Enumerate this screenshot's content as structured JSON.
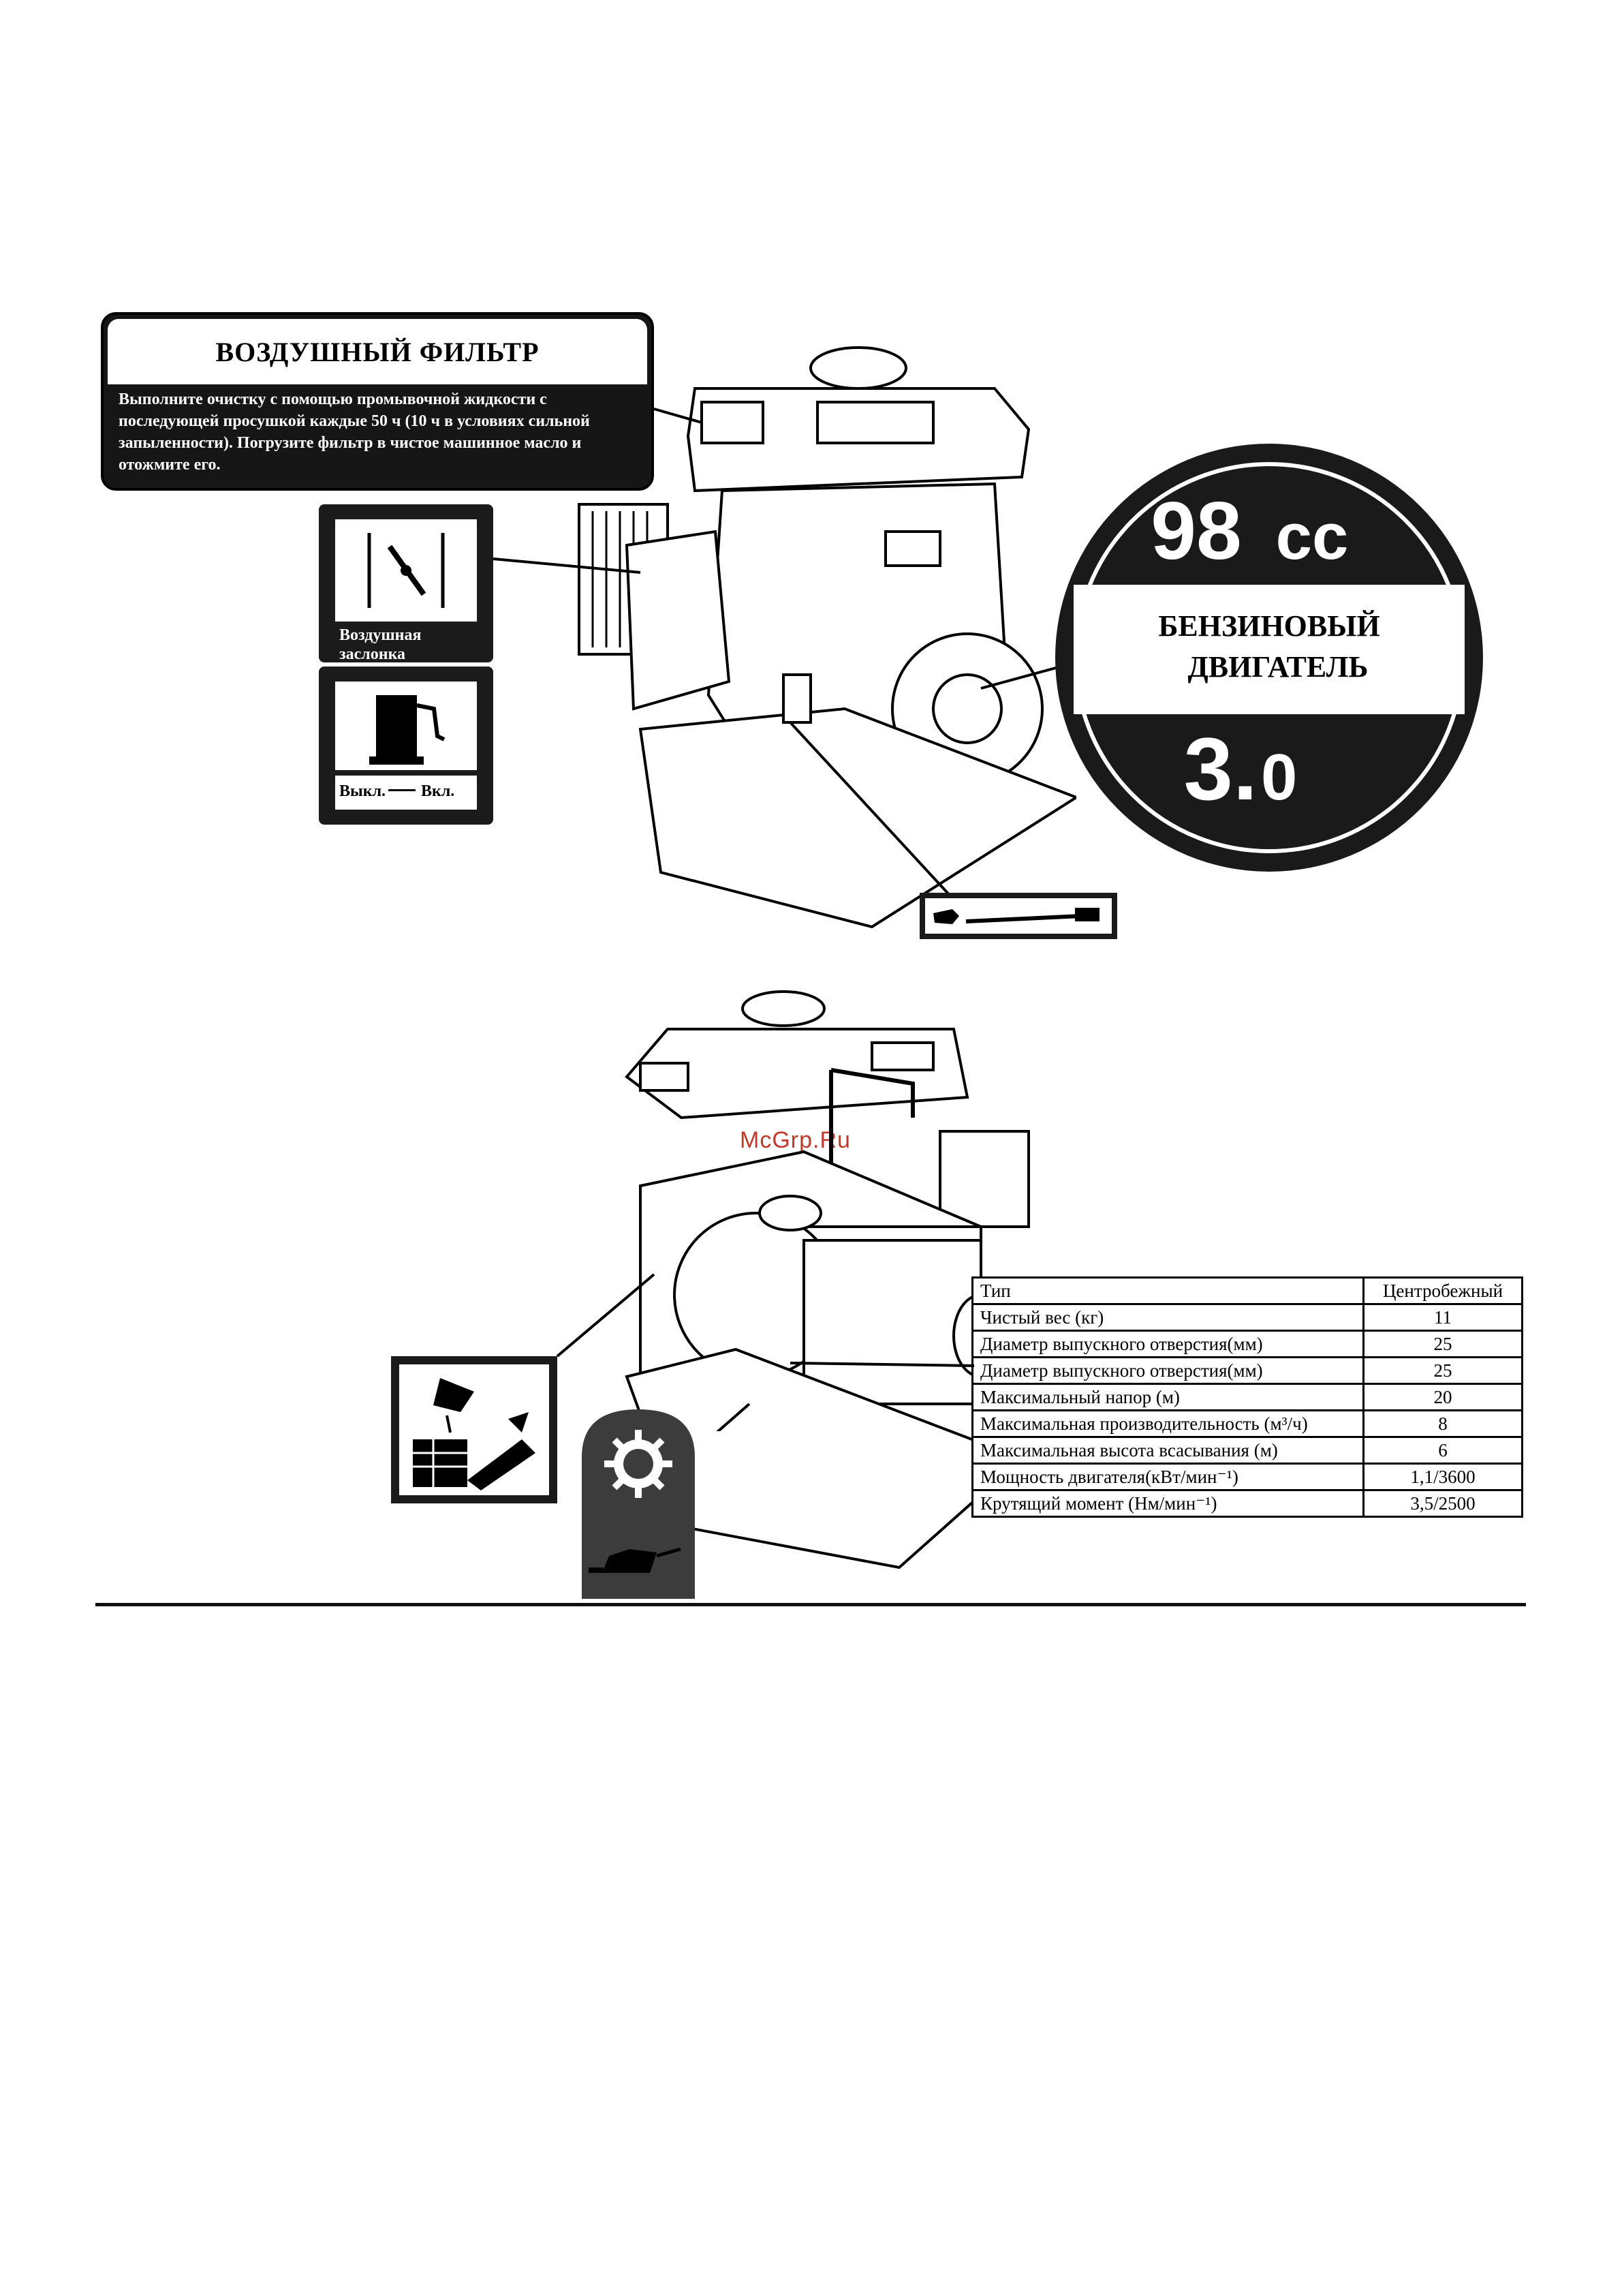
{
  "air_filter": {
    "title": "ВОЗДУШНЫЙ ФИЛЬТР",
    "text": "Выполните очистку с помощью промывочной жидкости с последующей просушкой каждые 50 ч (10 ч в условиях сильной запыленности). Погрузите фильтр в чистое машинное масло и отожмите его."
  },
  "choke": {
    "caption": "Воздушная заслонка"
  },
  "fuel": {
    "off_label": "Выкл.",
    "on_label": "Вкл."
  },
  "badge": {
    "displacement": "98",
    "unit": "cc",
    "line1": "БЕНЗИНОВЫЙ",
    "line2": "ДВИГАТЕЛЬ",
    "power_main": "3.",
    "power_decimal": "0"
  },
  "watermark": "McGrp.Ru",
  "spec_table": {
    "rows": [
      {
        "label": "Тип",
        "value": "Центробежный"
      },
      {
        "label": "Чистый вес (кг)",
        "value": "11"
      },
      {
        "label": "Диаметр выпускного отверстия(мм)",
        "value": "25"
      },
      {
        "label": "Диаметр выпускного отверстия(мм)",
        "value": "25"
      },
      {
        "label": "Максимальный напор (м)",
        "value": "20"
      },
      {
        "label": "Максимальная производительность (м³/ч)",
        "value": "8"
      },
      {
        "label": "Максимальная высота всасывания (м)",
        "value": "6"
      },
      {
        "label": "Мощность двигателя(кВт/мин⁻¹)",
        "value": "1,1/3600"
      },
      {
        "label": "Крутящий момент (Нм/мин⁻¹)",
        "value": "3,5/2500"
      }
    ]
  }
}
